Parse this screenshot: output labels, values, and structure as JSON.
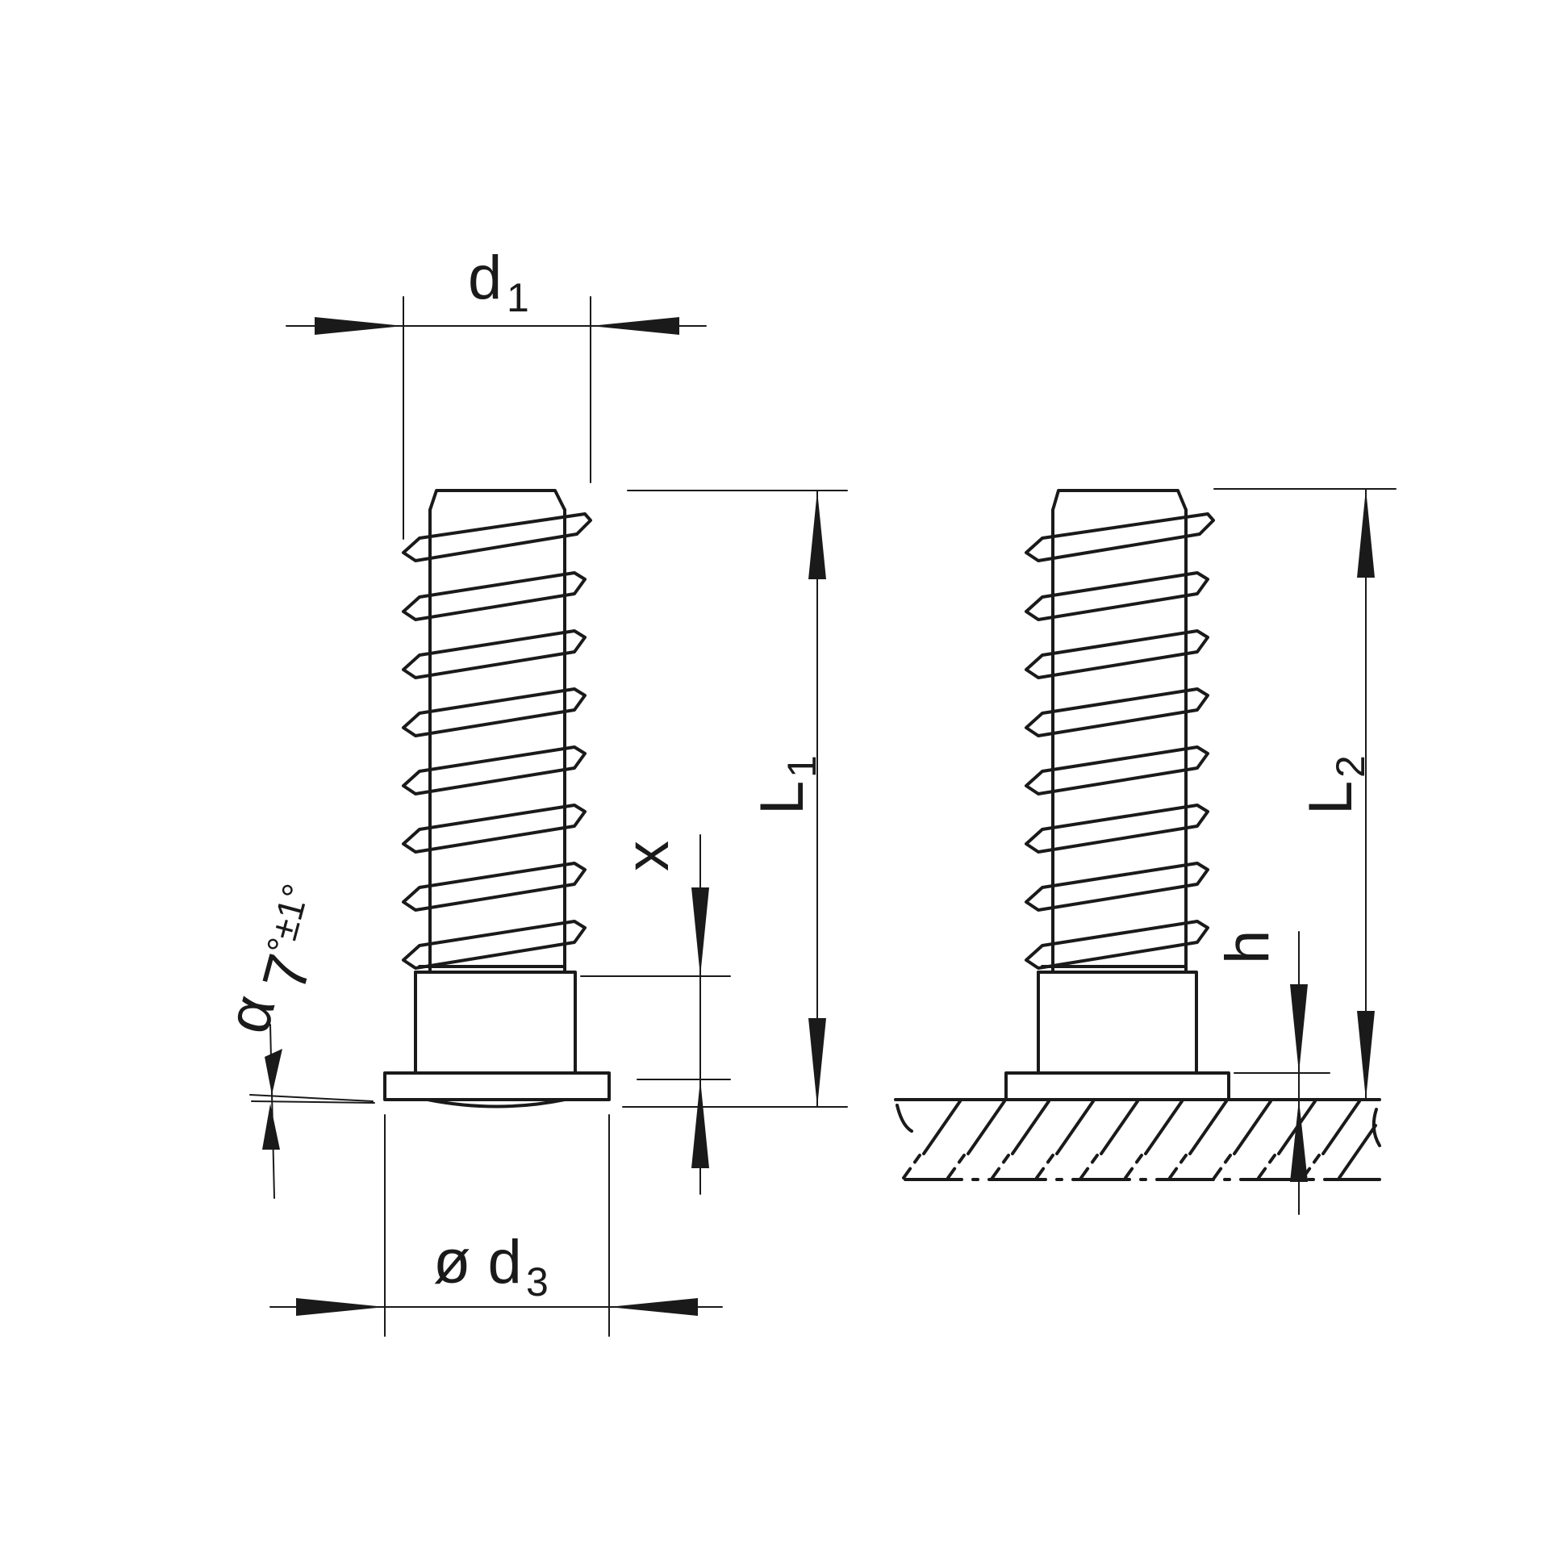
{
  "labels": {
    "d1": "d",
    "d1_sub": "1",
    "d3_prefix": "ø d",
    "d3_sub": "3",
    "L1": "L",
    "L1_sub": "1",
    "L2": "L",
    "L2_sub": "2",
    "x": "x",
    "h": "h",
    "alpha": "α",
    "angle": "7",
    "angle_tol": "°±1°"
  },
  "colors": {
    "line": "#1a1a1a",
    "background": "#ffffff"
  }
}
